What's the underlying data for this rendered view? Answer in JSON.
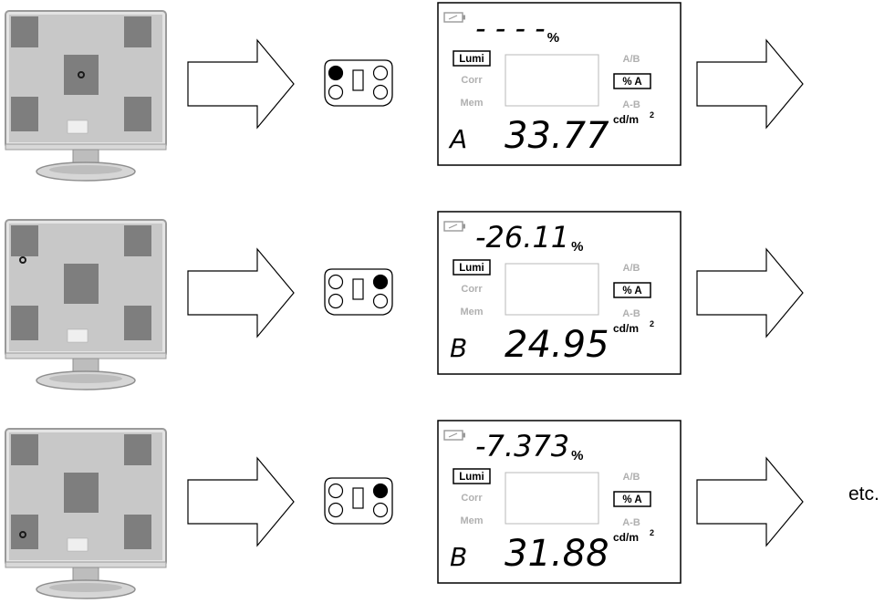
{
  "rows": [
    {
      "probe_position": "center",
      "active_button": "top-left",
      "top_reading": "- - - -",
      "top_unit": "%",
      "mode_letter": "A",
      "main_reading": "33.77",
      "unit_main": "cd/m",
      "unit_exp": "2"
    },
    {
      "probe_position": "top-left",
      "active_button": "top-right",
      "top_reading": "-26.11",
      "top_unit": "%",
      "mode_letter": "B",
      "main_reading": "24.95",
      "unit_main": "cd/m",
      "unit_exp": "2"
    },
    {
      "probe_position": "bottom-left",
      "active_button": "top-right",
      "top_reading": "-7.373",
      "top_unit": "%",
      "mode_letter": "B",
      "main_reading": "31.88",
      "unit_main": "cd/m",
      "unit_exp": "2"
    }
  ],
  "lcd_labels": {
    "lumi": "Lumi",
    "corr": "Corr",
    "mem": "Mem",
    "ab": "A/B",
    "pct_a": "% A",
    "a_minus_b": "A-B"
  },
  "trailing_text": "etc.",
  "colors": {
    "screen": "#c8c8c8",
    "patch": "#7e7e7e",
    "bezel": "#d9d9d9",
    "dim_label": "#b0b0b0",
    "outline": "#000000"
  }
}
